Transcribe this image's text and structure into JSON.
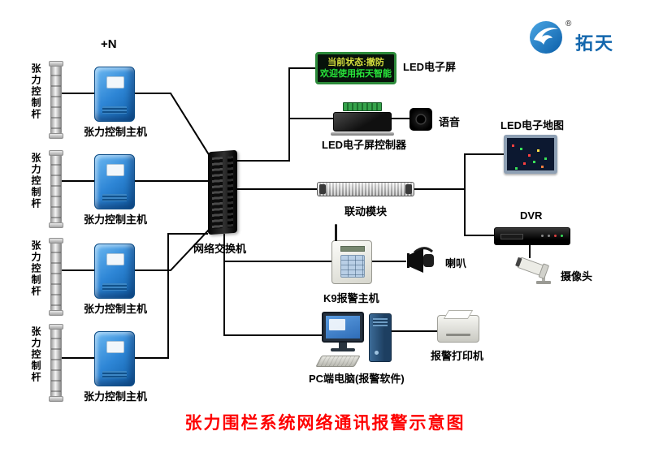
{
  "page_title": "张力围栏系统网络通讯报警示意图",
  "logo": {
    "brand": "拓天",
    "registered_mark": "®"
  },
  "diagram": {
    "plus_n_label": "+N",
    "rod_label": "张力控制杆",
    "host_label": "张力控制主机",
    "switch_label": "网络交换机",
    "led_screen": {
      "label": "LED电子屏",
      "display_line1": "当前状态:撤防",
      "display_line2": "欢迎使用拓天智能"
    },
    "led_controller_label": "LED电子屏控制器",
    "voice_label": "语音",
    "linkage_label": "联动模块",
    "led_map_label": "LED电子地图",
    "dvr_label": "DVR",
    "k9_label": "K9报警主机",
    "horn_label": "喇叭",
    "camera_label": "摄像头",
    "pc_label": "PC端电脑(报警软件)",
    "printer_label": "报警打印机"
  },
  "colors": {
    "title_red": "#fe0000",
    "brand_blue": "#1266ad",
    "host_blue": "#2e86d6",
    "led_text_green": "#28e43a",
    "led_text_yellow": "#d6df3e",
    "connector_black": "#000000"
  }
}
